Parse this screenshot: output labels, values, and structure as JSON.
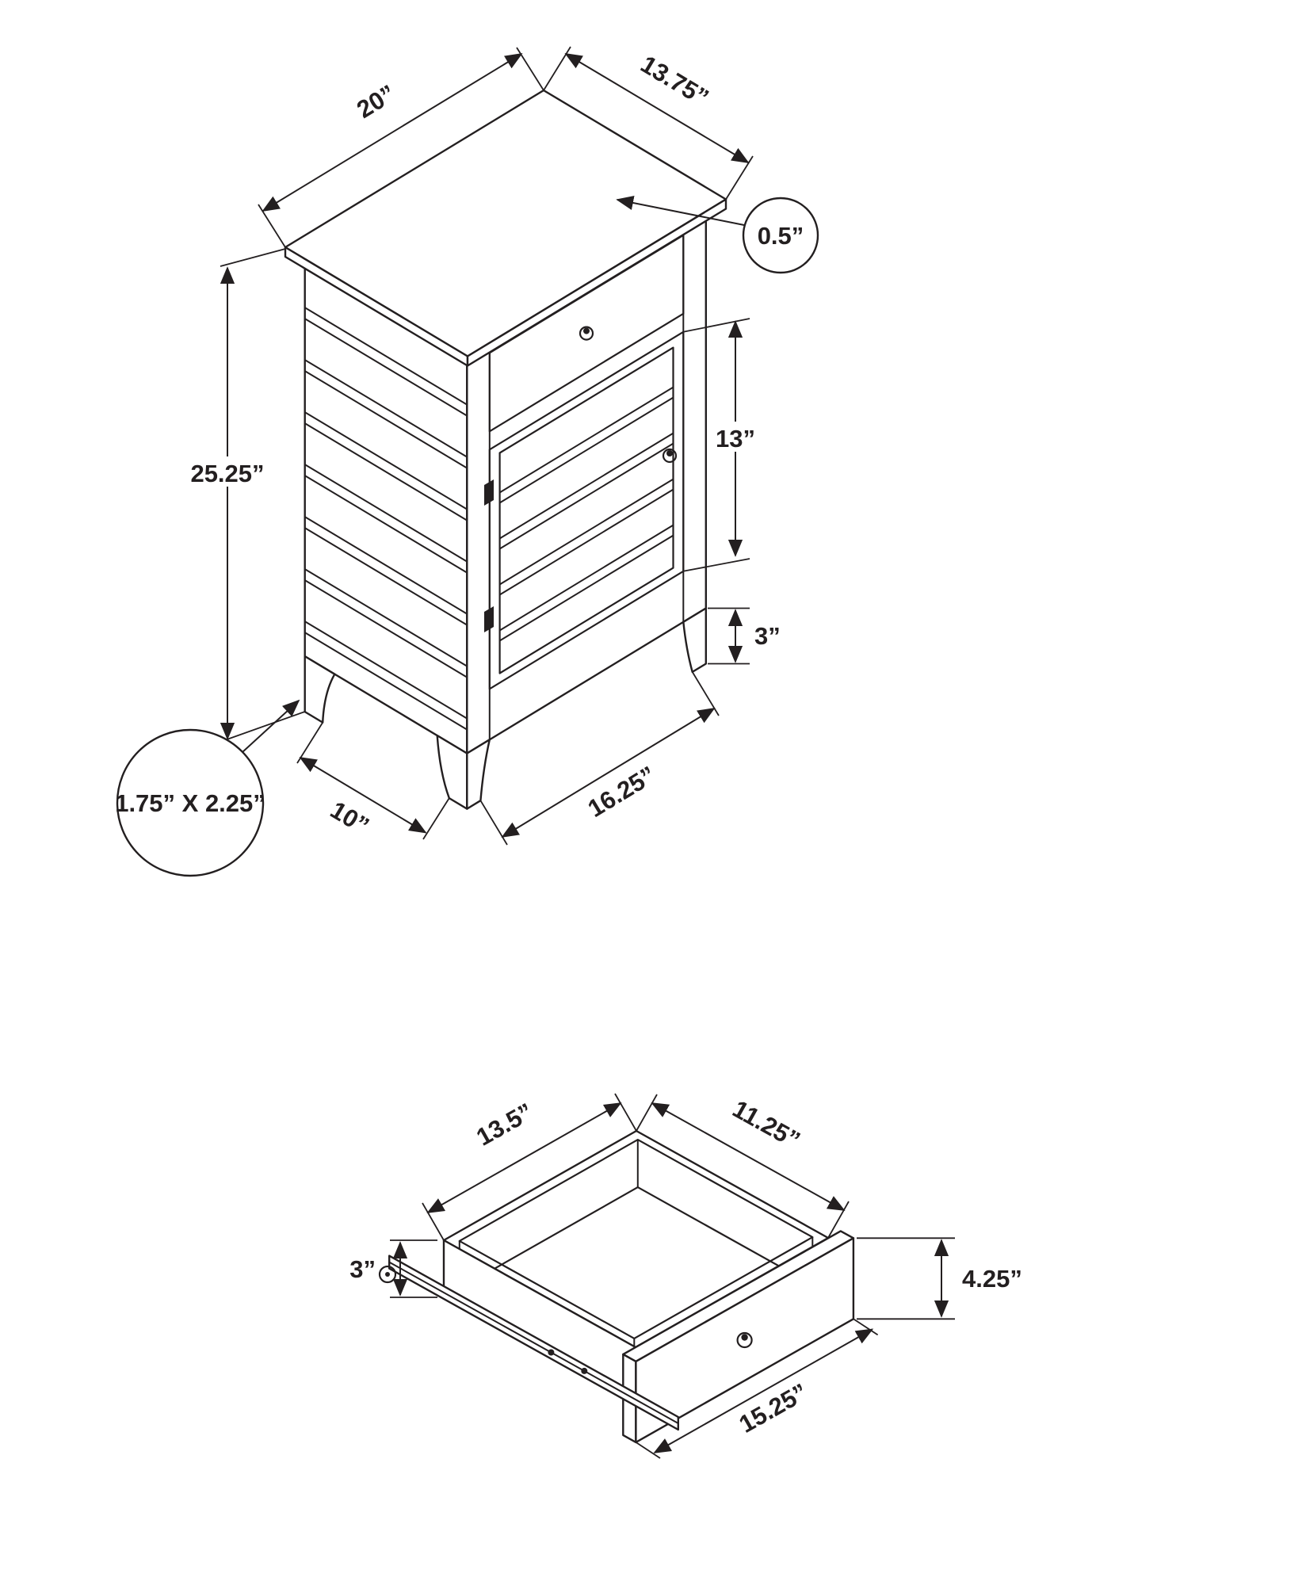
{
  "figure": {
    "type": "furniture dimension diagram",
    "line_color": "#231f20",
    "background_color": "#ffffff"
  },
  "cabinet": {
    "top_width": "20”",
    "top_depth": "13.75”",
    "top_thickness": "0.5”",
    "overall_height": "25.25”",
    "door_height": "13”",
    "leg_height": "3”",
    "front_leg_spacing": "16.25”",
    "side_leg_spacing": "10”",
    "leg_cross_section": "1.75” X 2.25”"
  },
  "drawer": {
    "box_depth": "13.5”",
    "box_inner_width": "11.25”",
    "box_side_height": "3”",
    "front_panel_height": "4.25”",
    "front_panel_width": "15.25”"
  }
}
